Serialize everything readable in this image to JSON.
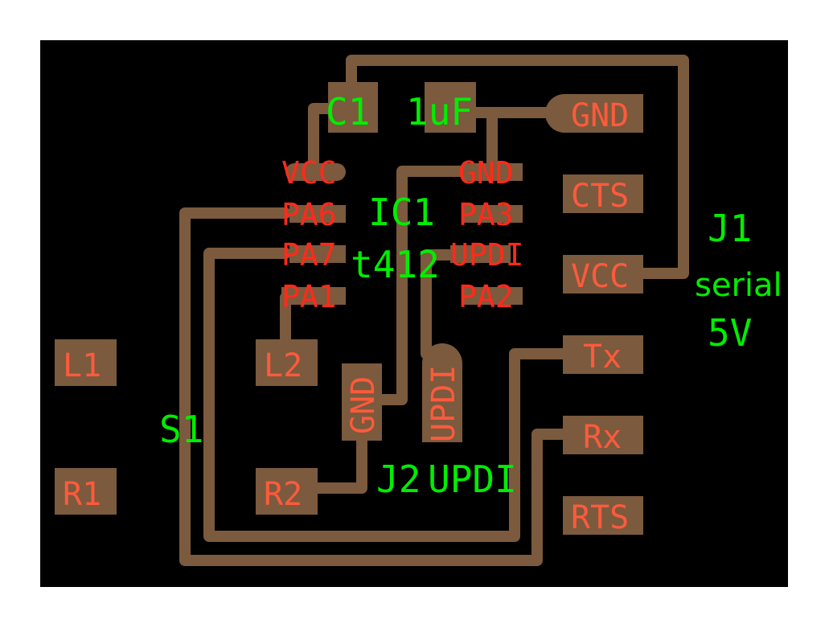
{
  "board": {
    "background": "#000000",
    "copper": "#7b5a3d",
    "pad_label_color": "#ff5a3c",
    "component_label_color": "#00ee00"
  },
  "components": {
    "c1": {
      "name": "C1",
      "value": "1uF"
    },
    "ic1": {
      "name": "IC1",
      "value": "t412",
      "pins_left": [
        "VCC",
        "PA6",
        "PA7",
        "PA1"
      ],
      "pins_right": [
        "GND",
        "PA3",
        "UPDI",
        "PA2"
      ]
    },
    "j1": {
      "name": "J1",
      "value": "serial",
      "value2": "5V",
      "pins": [
        "GND",
        "CTS",
        "VCC",
        "Tx",
        "Rx",
        "RTS"
      ]
    },
    "j2": {
      "name": "J2",
      "value": "UPDI",
      "pins": [
        "GND",
        "UPDI"
      ]
    },
    "l1": "L1",
    "r1": "R1",
    "l2": "L2",
    "r2": "R2",
    "s1": "S1"
  }
}
